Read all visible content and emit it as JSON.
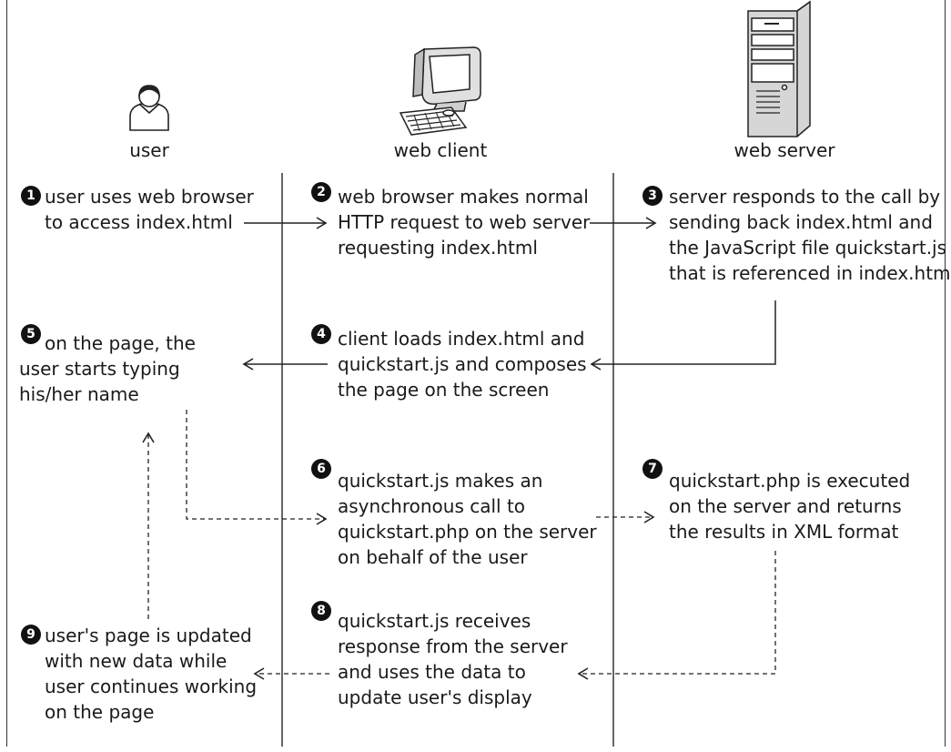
{
  "actors": {
    "user": "user",
    "client": "web client",
    "server": "web server"
  },
  "steps": [
    {
      "num": "1",
      "lines": [
        "user uses web browser",
        "to access index.html"
      ]
    },
    {
      "num": "2",
      "lines": [
        "web browser makes normal",
        "HTTP request to web server",
        "requesting index.html"
      ]
    },
    {
      "num": "3",
      "lines": [
        "server responds to the call by",
        "sending back index.html and",
        "the JavaScript file quickstart.js",
        "that is referenced in index.html"
      ]
    },
    {
      "num": "4",
      "lines": [
        "client loads index.html and",
        "quickstart.js and composes",
        "the page on the screen"
      ]
    },
    {
      "num": "5",
      "lines": [
        "on the page, the",
        "user starts typing",
        "his/her name"
      ]
    },
    {
      "num": "6",
      "lines": [
        "quickstart.js makes an",
        "asynchronous call to",
        "quickstart.php on the server",
        "on behalf of the user"
      ]
    },
    {
      "num": "7",
      "lines": [
        "quickstart.php is executed",
        "on the server and returns",
        "the results in XML format"
      ]
    },
    {
      "num": "8",
      "lines": [
        "quickstart.js receives",
        "response from the server",
        "and uses the data to",
        "update user's display"
      ]
    },
    {
      "num": "9",
      "lines": [
        "user's page is updated",
        "with new data while",
        "user continues working",
        "on the page"
      ]
    }
  ]
}
